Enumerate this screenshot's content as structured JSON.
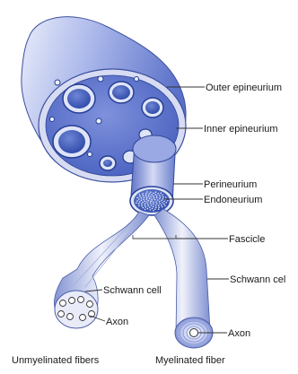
{
  "labels": {
    "outer_epineurium": "Outer epineurium",
    "inner_epineurium": "Inner epineurium",
    "perineurium": "Perineurium",
    "endoneurium": "Endoneurium",
    "fascicle": "Fascicle",
    "schwann_cell_left": "Schwann cell",
    "schwann_cell_right": "Schwann cel",
    "axon_left": "Axon",
    "axon_right": "Axon"
  },
  "captions": {
    "unmyelinated": "Unmyelinated fibers",
    "myelinated": "Myelinated fiber"
  },
  "colors": {
    "sheath_light": "#c7d0ef",
    "sheath_mid": "#8d9ddd",
    "sheath_dark": "#3b54b4",
    "fascicle_fill": "#3a58b8",
    "leader": "#333333"
  }
}
